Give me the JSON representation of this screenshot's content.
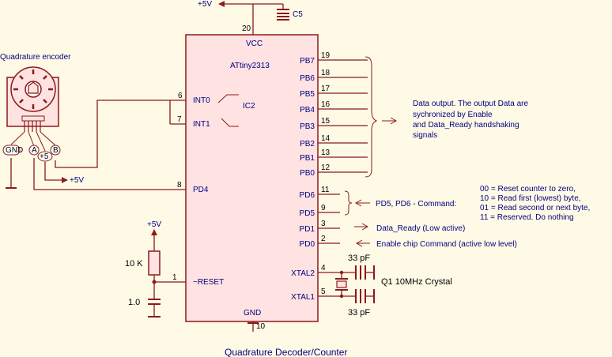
{
  "diagram": {
    "title": "Quadrature Decoder/Counter",
    "chip": {
      "name": "ATtiny2313",
      "ref": "IC2",
      "vcc": "VCC",
      "gnd": "GND",
      "vcc_pin": "20",
      "gnd_pin": "10",
      "left_pins": [
        {
          "num": "6",
          "label": "INT0"
        },
        {
          "num": "7",
          "label": "INT1"
        },
        {
          "num": "8",
          "label": "PD4"
        },
        {
          "num": "1",
          "label": "~RESET"
        }
      ],
      "right_pins": [
        {
          "num": "19",
          "label": "PB7"
        },
        {
          "num": "18",
          "label": "PB6"
        },
        {
          "num": "17",
          "label": "PB5"
        },
        {
          "num": "16",
          "label": "PB4"
        },
        {
          "num": "15",
          "label": "PB3"
        },
        {
          "num": "14",
          "label": "PB2"
        },
        {
          "num": "13",
          "label": "PB1"
        },
        {
          "num": "12",
          "label": "PB0"
        },
        {
          "num": "11",
          "label": "PD6"
        },
        {
          "num": "9",
          "label": "PD5"
        },
        {
          "num": "3",
          "label": "PD1"
        },
        {
          "num": "2",
          "label": "PD0"
        },
        {
          "num": "4",
          "label": "XTAL2"
        },
        {
          "num": "5",
          "label": "XTAL1"
        }
      ]
    },
    "encoder": {
      "title": "Quadrature encoder",
      "pins": [
        "GND",
        "A",
        "+5",
        "B"
      ],
      "supply": "+5V"
    },
    "power": {
      "top": "+5V",
      "cap_top": "C5",
      "reset_supply": "+5V"
    },
    "reset": {
      "resistor": "10 K",
      "capacitor": "1.0"
    },
    "crystal": {
      "cap_top": "33 pF",
      "cap_bottom": "33 pF",
      "label": "Q1 10MHz Crystal"
    },
    "notes": {
      "data_output": [
        "Data output. The output Data are",
        "sychronized by Enable",
        "and Data_Ready handshaking",
        "signals"
      ],
      "command_prefix": "PD5, PD6 - Command:",
      "commands": [
        "00 = Reset counter to zero,",
        "10 = Read first (lowest) byte,",
        "01 = Read second or next byte,",
        "11 = Reserved. Do nothing"
      ],
      "data_ready": "Data_Ready (Low active)",
      "enable": "Enable chip Command (active low level)"
    }
  }
}
